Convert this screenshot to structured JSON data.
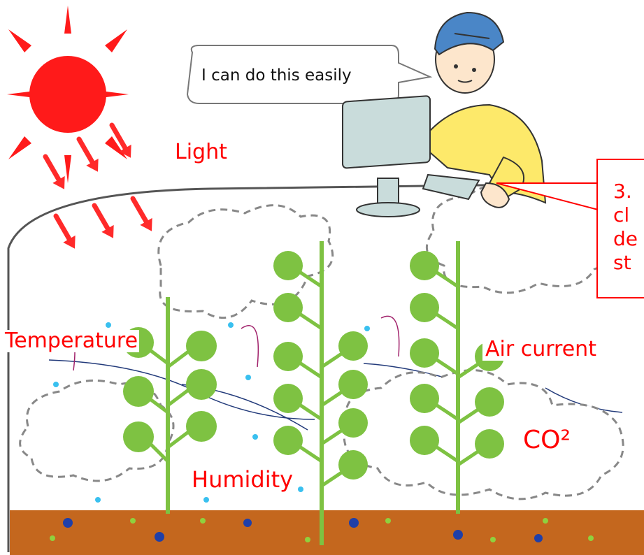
{
  "labels": {
    "light": "Light",
    "temperature": "Temperature",
    "air_current": "Air current",
    "humidity": "Humidity",
    "co2": "CO²"
  },
  "speech_bubble": "I can do this easily",
  "callout_lines": [
    "3.",
    "cl",
    "de",
    "st"
  ],
  "colors": {
    "label_red": "#ff0000",
    "sun": "#ff1a1a",
    "plant": "#7ec242",
    "soil": "#c4671e",
    "shirt": "#fde96a",
    "cap": "#4a86c7"
  }
}
